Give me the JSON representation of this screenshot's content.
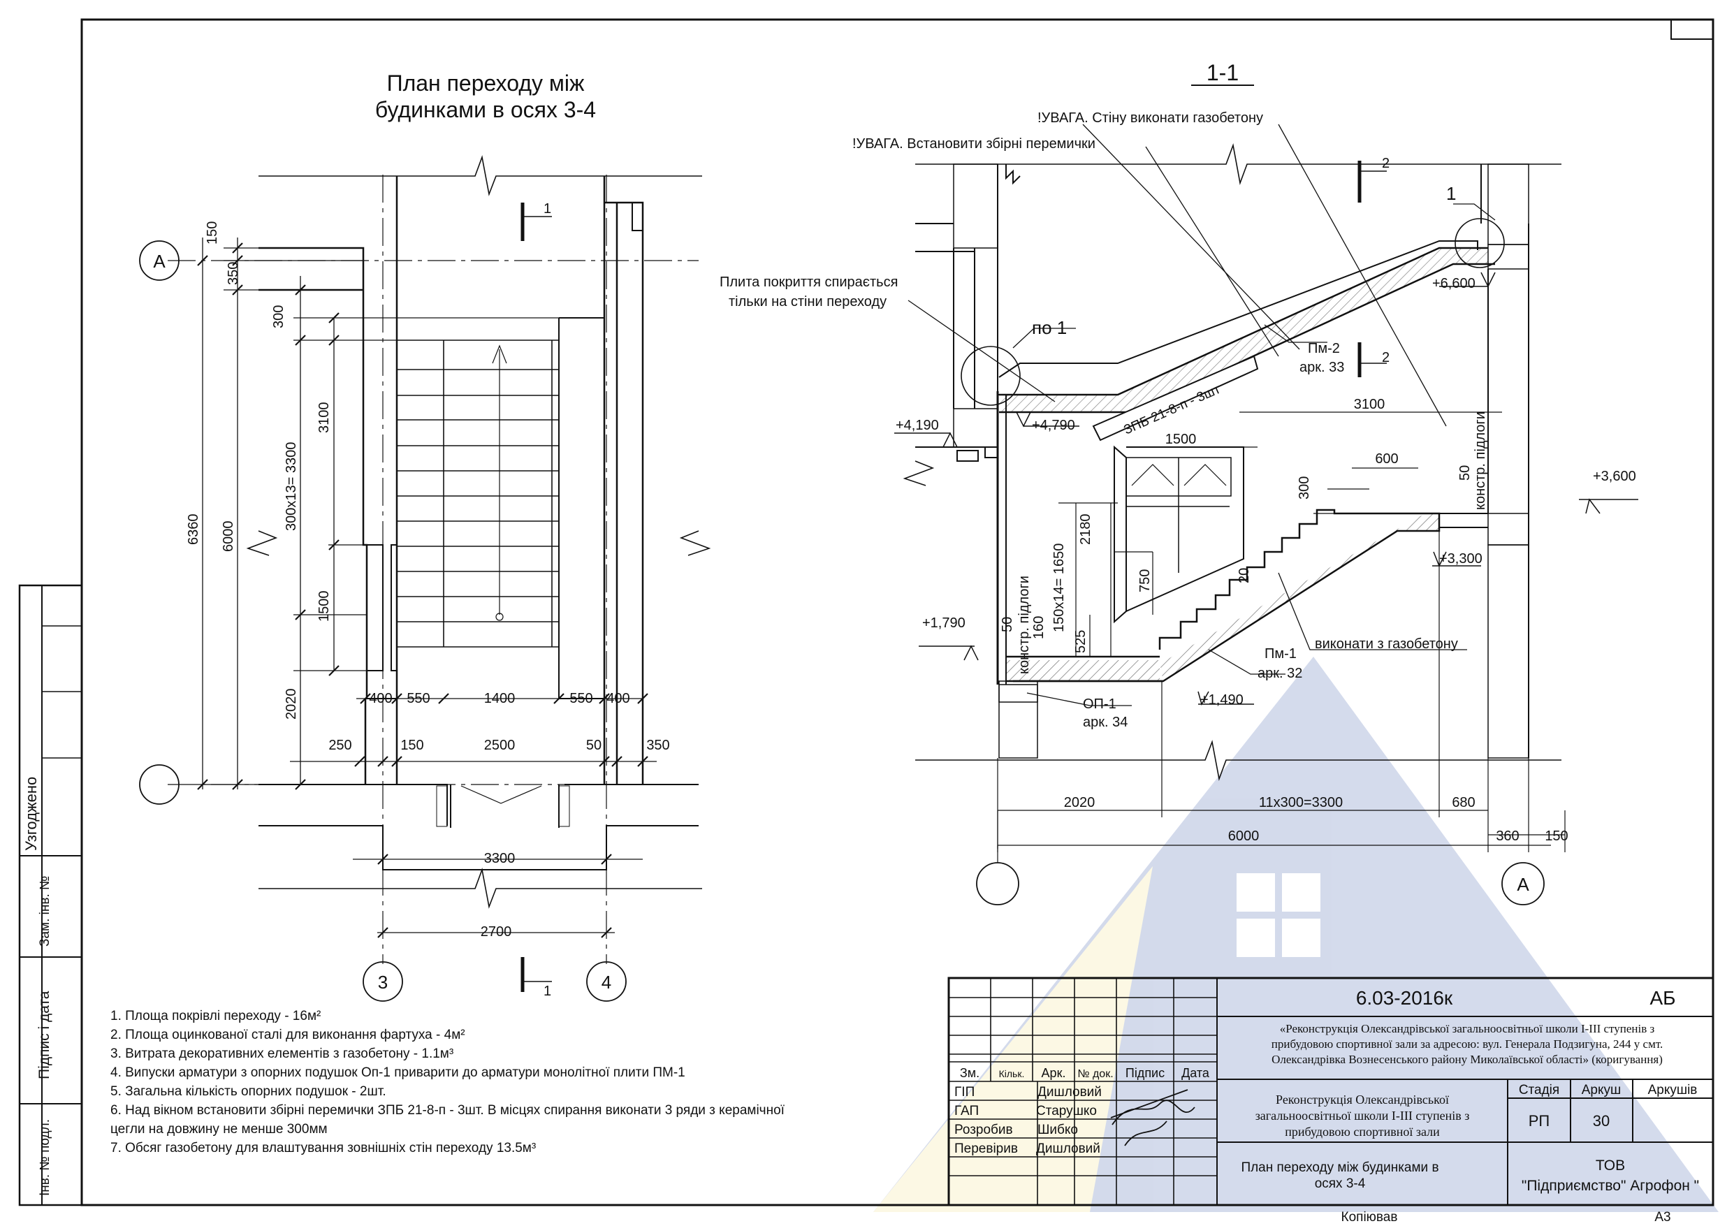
{
  "plan": {
    "title_line1": "План переходу між",
    "title_line2": "будинками в осях 3-4",
    "axis_a": "А",
    "axis_3": "3",
    "axis_4": "4",
    "section_mark": "1",
    "dims": {
      "d150": "150",
      "d350": "350",
      "d300": "300",
      "d3100": "3100",
      "d300x13": "300x13= 3300",
      "d6360": "6360",
      "d6000": "6000",
      "d1500": "1500",
      "d2020": "2020",
      "d400a": "400",
      "d550a": "550",
      "d1400": "1400",
      "d550b": "550",
      "d400b": "400",
      "d250": "250",
      "d150b": "150",
      "d2500": "2500",
      "d50": "50",
      "d350b": "350",
      "d3300": "3300",
      "d2700": "2700"
    }
  },
  "section": {
    "title": "1-1",
    "note_wall": "!УВАГА. Стіну виконати газобетону",
    "note_lintels": "!УВАГА. Встановити збірні перемички",
    "note_slab_line1": "Плита покриття спирається",
    "note_slab_line2": "тільки на стіни переходу",
    "po1": "по 1",
    "callout_1": "1",
    "cut_2": "2",
    "lvl_6600": "+6,600",
    "lvl_4190": "+4,190",
    "lvl_4790": "+4,790",
    "lvl_3600": "+3,600",
    "lvl_3300": "+3,300",
    "lvl_1790": "+1,790",
    "lvl_1490": "+1,490",
    "pm2": "Пм-2",
    "pm2_sheet": "арк. 33",
    "zpb": "ЗПБ 21-8-п - 3шт",
    "pm1": "Пм-1",
    "pm1_sheet": "арк. 32",
    "op1": "ОП-1",
    "op1_sheet": "арк. 34",
    "gas_concrete": "виконати з газобетону",
    "floor_constr": "констр. підлоги",
    "dims": {
      "d3100": "3100",
      "d1500": "1500",
      "d600": "600",
      "d300": "300",
      "d50": "50",
      "d2180": "2180",
      "d150x14": "150x14= 1650",
      "d750": "750",
      "d20": "20",
      "d160": "160",
      "d525": "525",
      "d50b": "50",
      "d2020": "2020",
      "d11x300": "11x300=3300",
      "d680": "680",
      "d6000": "6000",
      "d360": "360",
      "d150": "150"
    },
    "axis_a": "А"
  },
  "notes": [
    "1. Площа покрівлі переходу - 16м²",
    "2. Площа оцинкованої сталі для виконання фартуха - 4м²",
    "3. Витрата декоративних елементів з газобетону - 1.1м³",
    "4. Випуски арматури з опорних подушок Оп-1 приварити до арматури монолітної плити ПМ-1",
    "5. Загальна кількість опорних подушок - 2шт.",
    "6. Над вікном встановити збірні перемички ЗПБ 21-8-п - 3шт. В місцях спирання виконати 3 ряди з керамічної",
    "цегли на довжину не менше 300мм",
    "7. Обсяг газобетону для влаштування зовнішніх стін переходу 13.5м³"
  ],
  "side_stamp": {
    "agreed": "Узгоджено",
    "inv_replaced": "Зам. інв. №",
    "sign_date": "Підпис і дата",
    "inv_orig": "Інв. № подл."
  },
  "title_block": {
    "code": "6.03-2016к",
    "set": "АБ",
    "project_line1": "«Реконструкція Олександрівської загальноосвітньої школи I-III ступенів з",
    "project_line2": "прибудовою спортивної зали  за адресою: вул. Генерала Подзигуна, 244 у смт.",
    "project_line3": "Олександрівка Вознесенського району Миколаївської області» (коригування)",
    "object_line1": "Реконструкція Олександрівської",
    "object_line2": "загальноосвітньої школи I-III ступенів з",
    "object_line3": "прибудовою спортивної зали",
    "sheet_title_line1": "План переходу між будинками в",
    "sheet_title_line2": "осях 3-4",
    "hdr_zm": "Зм.",
    "hdr_kilk": "Кільк.",
    "hdr_ark": "Арк.",
    "hdr_doc": "№ док.",
    "hdr_sign": "Підпис",
    "hdr_date": "Дата",
    "roles": [
      "ГІП",
      "ГАП",
      "Розробив",
      "Перевірив"
    ],
    "names": [
      "Дишловий",
      "Старушко",
      "Шибко",
      "Дишловий"
    ],
    "stage_label": "Стадія",
    "sheet_label": "Аркуш",
    "sheets_label": "Аркушів",
    "stage": "РП",
    "sheet": "30",
    "sheets": "",
    "org_line1": "ТОВ",
    "org_line2": "\"Підприємство\" Агрофон \"",
    "copied": "Копіював",
    "format": "А3"
  },
  "colors": {
    "line": "#111111",
    "watermark_blue": "#3b5aa8",
    "watermark_yellow": "#f3e28a"
  }
}
